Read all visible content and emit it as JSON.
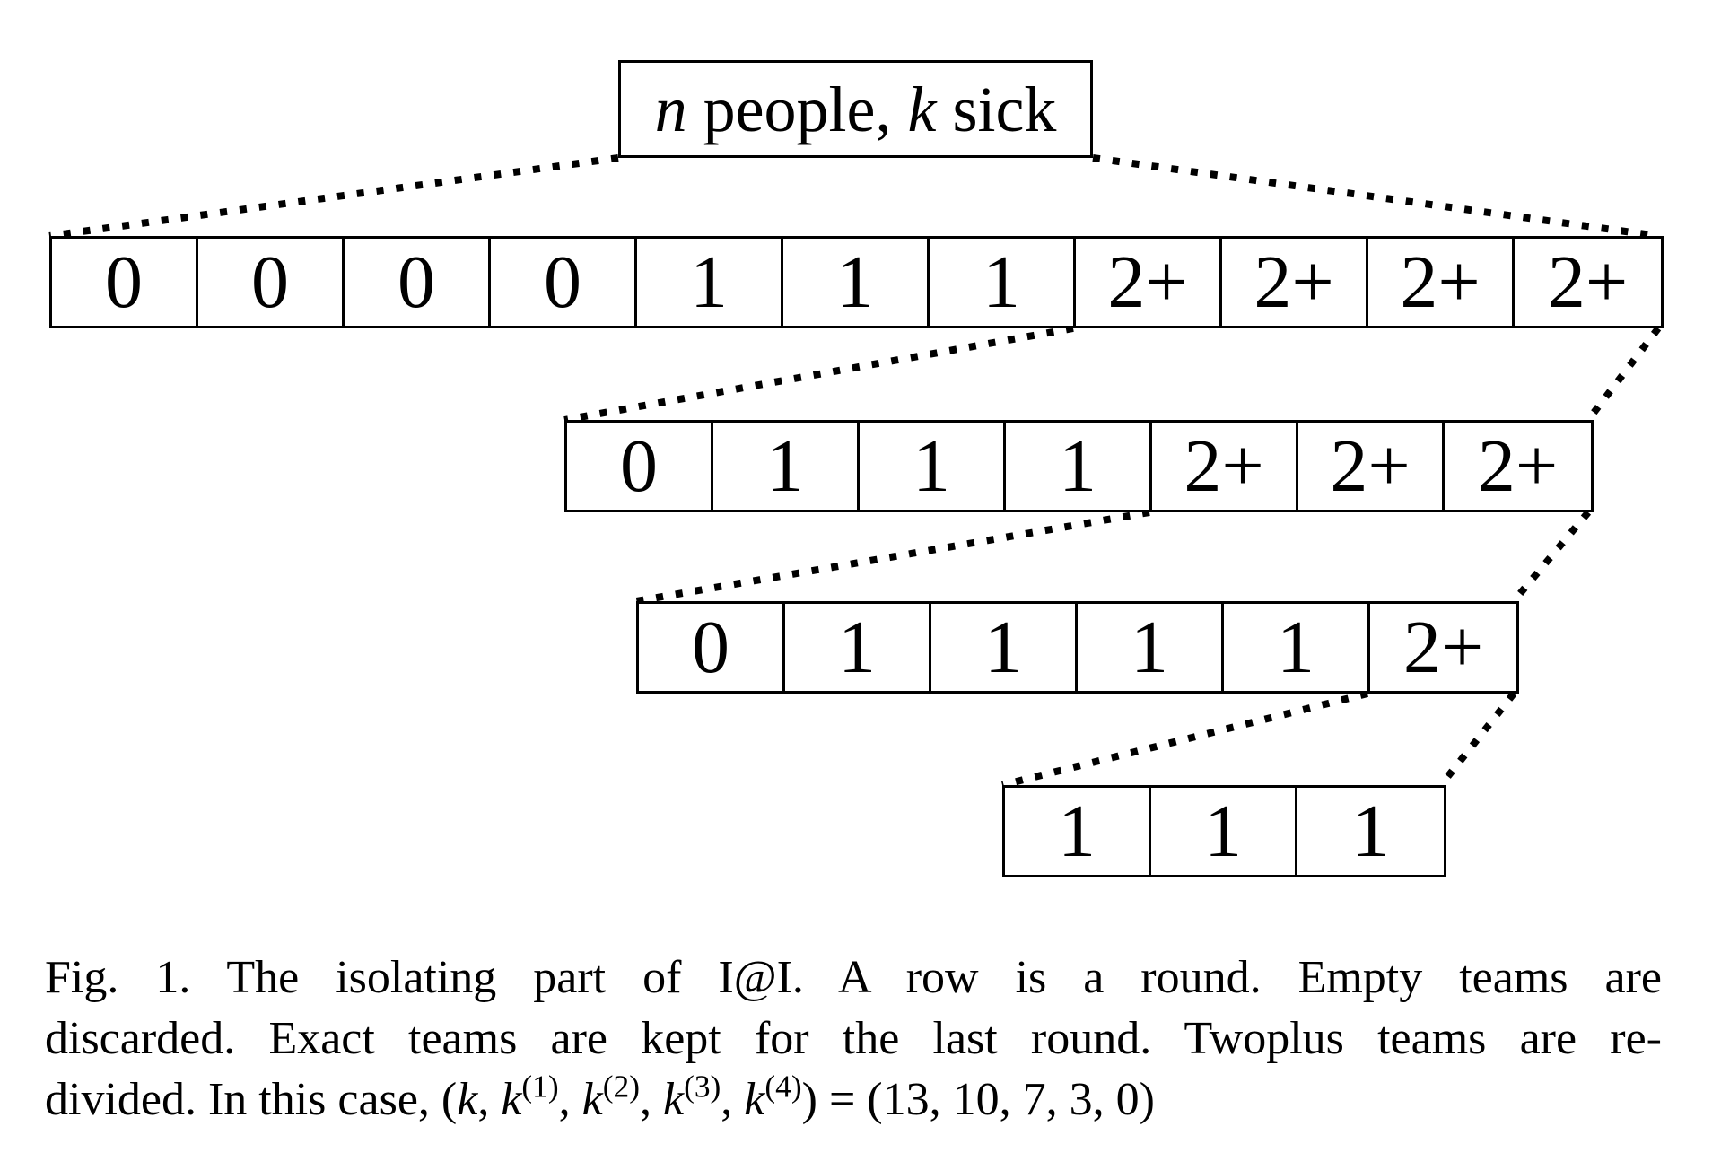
{
  "figure": {
    "root_label": {
      "segments": [
        {
          "text": "n",
          "italic": true
        },
        {
          "text": " people, "
        },
        {
          "text": "k",
          "italic": true
        },
        {
          "text": " sick"
        }
      ]
    },
    "rows": [
      {
        "name": "round-1",
        "cells": [
          "0",
          "0",
          "0",
          "0",
          "1",
          "1",
          "1",
          "2+",
          "2+",
          "2+",
          "2+"
        ]
      },
      {
        "name": "round-2",
        "cells": [
          "0",
          "1",
          "1",
          "1",
          "2+",
          "2+",
          "2+"
        ]
      },
      {
        "name": "round-3",
        "cells": [
          "0",
          "1",
          "1",
          "1",
          "1",
          "2+"
        ]
      },
      {
        "name": "round-4",
        "cells": [
          "1",
          "1",
          "1"
        ]
      }
    ],
    "colors": {
      "line": "#000000",
      "background": "#ffffff",
      "text": "#000000"
    }
  },
  "caption": {
    "fig_label": "Fig. 1.",
    "line1_rest": "The isolating part of I@I. A row is a round. Empty teams are",
    "line2": "discarded. Exact teams are kept for the last round. Twoplus teams are re-",
    "line3_segments": [
      {
        "text": "divided. In this case, ("
      },
      {
        "text": "k",
        "italic": true
      },
      {
        "text": ", "
      },
      {
        "text": "k",
        "italic": true
      },
      {
        "text": "(1)",
        "sup": true
      },
      {
        "text": ", "
      },
      {
        "text": "k",
        "italic": true
      },
      {
        "text": "(2)",
        "sup": true
      },
      {
        "text": ", "
      },
      {
        "text": "k",
        "italic": true
      },
      {
        "text": "(3)",
        "sup": true
      },
      {
        "text": ", "
      },
      {
        "text": "k",
        "italic": true
      },
      {
        "text": "(4)",
        "sup": true
      },
      {
        "text": ") = (13, 10, 7, 3, 0)"
      }
    ]
  }
}
